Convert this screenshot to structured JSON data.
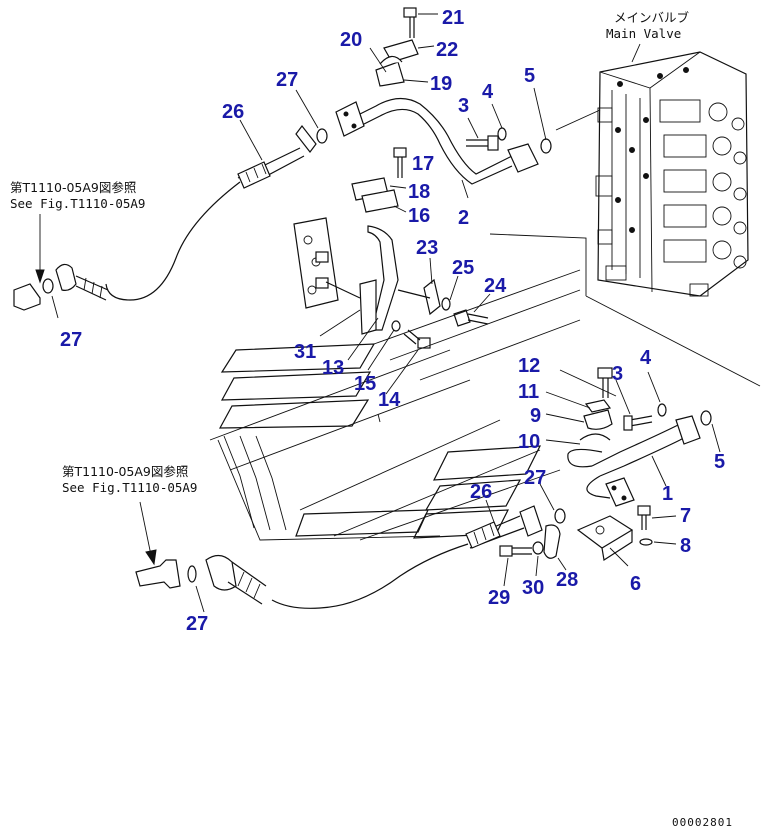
{
  "header": {
    "main_valve_jp": "メインバルブ",
    "main_valve_en": "Main Valve"
  },
  "references": [
    {
      "jp": "第T1110-05A9図参照",
      "en": "See Fig.T1110-05A9"
    },
    {
      "jp": "第T1110-05A9図参照",
      "en": "See Fig.T1110-05A9"
    }
  ],
  "callouts": {
    "c21": "21",
    "c22": "22",
    "c20": "20",
    "c19": "19",
    "c27a": "27",
    "c26a": "26",
    "c3a": "3",
    "c4a": "4",
    "c5a": "5",
    "c17": "17",
    "c18": "18",
    "c16": "16",
    "c2": "2",
    "c23": "23",
    "c25": "25",
    "c24": "24",
    "c27b": "27",
    "c31": "31",
    "c13": "13",
    "c15": "15",
    "c14": "14",
    "c12": "12",
    "c3b": "3",
    "c4b": "4",
    "c11": "11",
    "c9": "9",
    "c10": "10",
    "c5b": "5",
    "c27c": "27",
    "c1": "1",
    "c26b": "26",
    "c7": "7",
    "c8": "8",
    "c6": "6",
    "c28": "28",
    "c30": "30",
    "c29": "29",
    "c27d": "27"
  },
  "footer": {
    "code": "00002801"
  }
}
